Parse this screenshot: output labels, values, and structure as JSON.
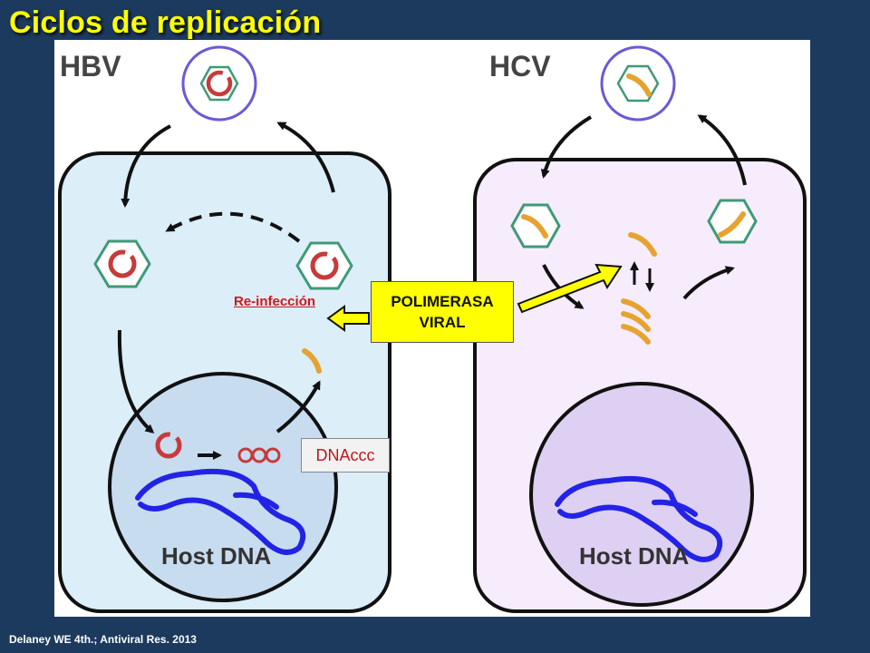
{
  "slide": {
    "title": "Ciclos de replicación",
    "footer": "Delaney WE 4th.; Antiviral Res. 2013"
  },
  "panels": {
    "hbv": {
      "label": "HBV",
      "nucleus_label": "Host DNA"
    },
    "hcv": {
      "label": "HCV",
      "nucleus_label": "Host DNA"
    }
  },
  "annotations": {
    "reinfection": "Re-infección",
    "polymerase_line1": "POLIMERASA",
    "polymerase_line2": "VIRAL",
    "cccdna": "DNAccc"
  },
  "colors": {
    "background": "#1c3a5e",
    "title": "#ffff00",
    "hbv_cell": "#dceef8",
    "hcv_cell": "#f6ecfb",
    "nucleus_hbv": "#c8dcf0",
    "nucleus_hcv": "#ddd0f2",
    "host_dna": "#2323e6",
    "hbv_genome": "#c83a3a",
    "hcv_genome": "#e5a330",
    "capsid": "#3f9a76",
    "envelope": "#6a5ad6",
    "polymerase_box": "#ffff00"
  }
}
